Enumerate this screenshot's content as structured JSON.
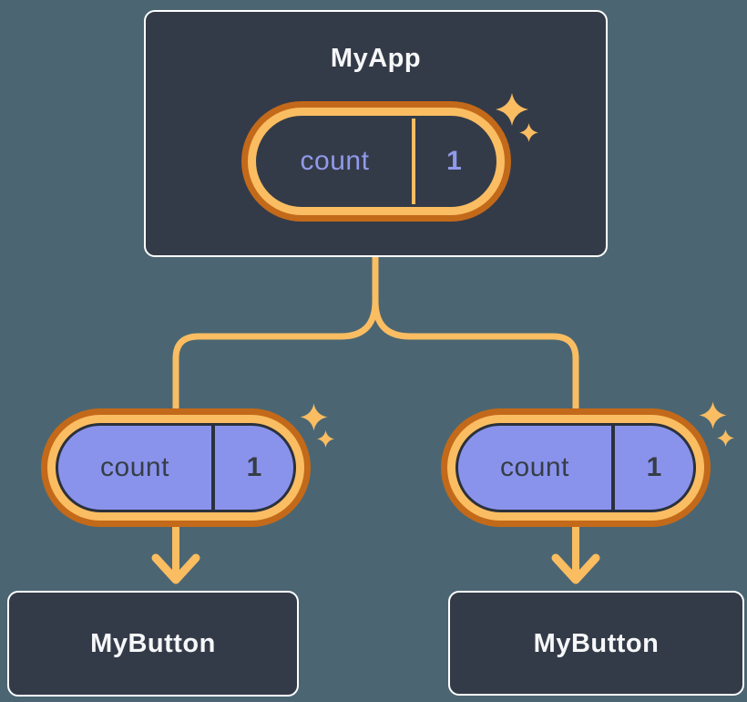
{
  "colors": {
    "background": "#4B6672",
    "card_bg": "#343B48",
    "card_border": "#FFFFFF",
    "white_text": "#F6F7F9",
    "ring_outer": "#C3691A",
    "ring_inner": "#FABD62",
    "purple_fill": "#8A93EC",
    "purple_text": "#909AEA",
    "dark_text": "#363D47",
    "dark_line": "#2B313C",
    "connector": "#FABD62"
  },
  "diagram": {
    "root": {
      "title": "MyApp",
      "state_name": "count",
      "state_value": "1"
    },
    "child_left": {
      "title": "MyButton",
      "state_name": "count",
      "state_value": "1"
    },
    "child_right": {
      "title": "MyButton",
      "state_name": "count",
      "state_value": "1"
    }
  }
}
